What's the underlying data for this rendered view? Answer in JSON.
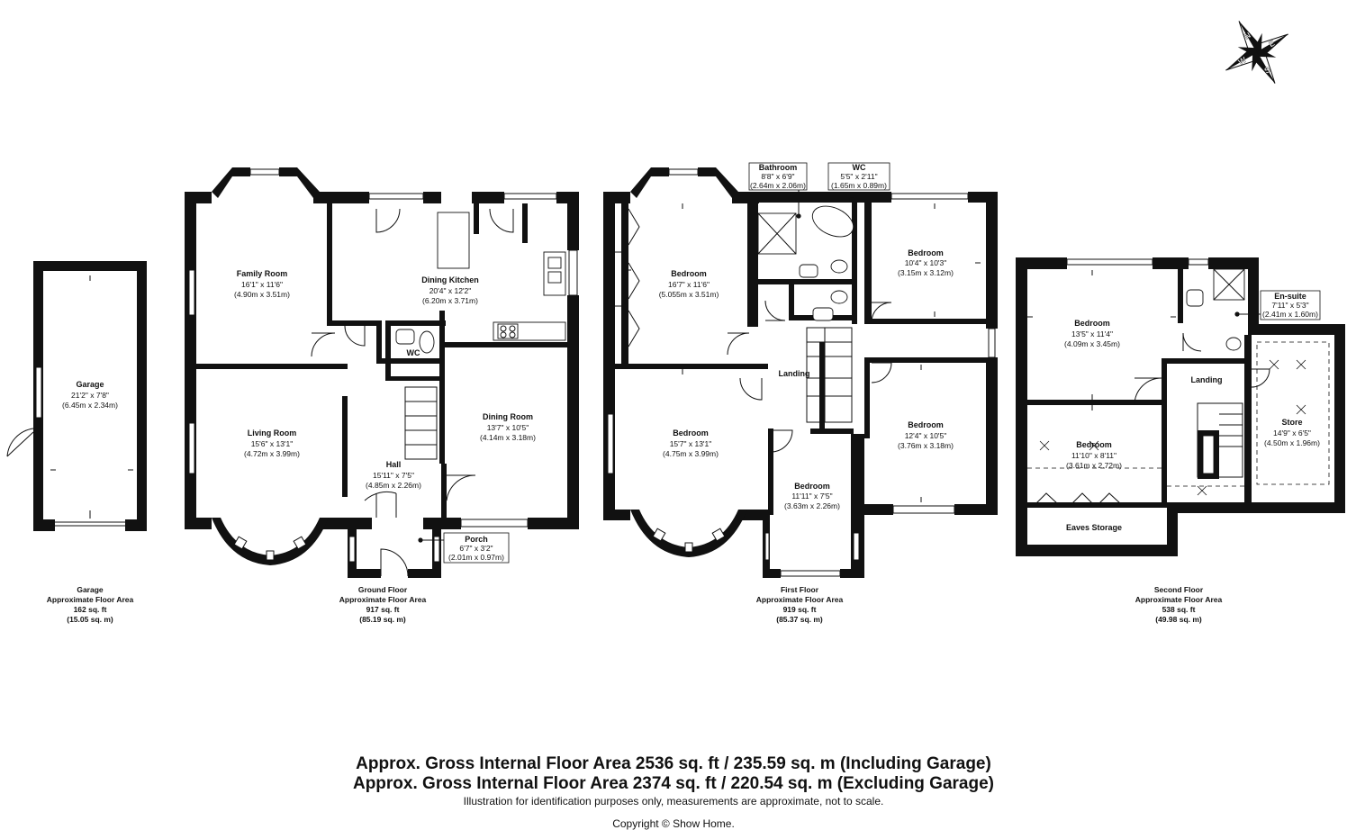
{
  "compass": {
    "letters": [
      "N",
      "E",
      "S",
      "W"
    ]
  },
  "floors": [
    {
      "id": "garage",
      "title": "Garage",
      "area_caption": "Approximate Floor Area",
      "sqft": "162 sq. ft",
      "sqm": "(15.05 sq. m)"
    },
    {
      "id": "ground",
      "title": "Ground Floor",
      "area_caption": "Approximate Floor Area",
      "sqft": "917 sq. ft",
      "sqm": "(85.19 sq. m)"
    },
    {
      "id": "first",
      "title": "First Floor",
      "area_caption": "Approximate Floor Area",
      "sqft": "919 sq. ft",
      "sqm": "(85.37 sq. m)"
    },
    {
      "id": "second",
      "title": "Second Floor",
      "area_caption": "Approximate Floor Area",
      "sqft": "538 sq. ft",
      "sqm": "(49.98 sq. m)"
    }
  ],
  "rooms": {
    "garage": {
      "name": "Garage",
      "imperial": "21'2\" x 7'8\"",
      "metric": "(6.45m x 2.34m)"
    },
    "family_room": {
      "name": "Family Room",
      "imperial": "16'1\" x 11'6\"",
      "metric": "(4.90m x 3.51m)"
    },
    "dining_kitchen": {
      "name": "Dining Kitchen",
      "imperial": "20'4\" x 12'2\"",
      "metric": "(6.20m x 3.71m)"
    },
    "ground_wc": {
      "name": "WC"
    },
    "living_room": {
      "name": "Living Room",
      "imperial": "15'6\" x 13'1\"",
      "metric": "(4.72m x 3.99m)"
    },
    "dining_room": {
      "name": "Dining Room",
      "imperial": "13'7\" x 10'5\"",
      "metric": "(4.14m x 3.18m)"
    },
    "hall": {
      "name": "Hall",
      "imperial": "15'11\" x 7'5\"",
      "metric": "(4.85m x 2.26m)"
    },
    "porch": {
      "name": "Porch",
      "imperial": "6'7\" x 3'2\"",
      "metric": "(2.01m x 0.97m)"
    },
    "bathroom": {
      "name": "Bathroom",
      "imperial": "8'8\" x 6'9\"",
      "metric": "(2.64m x 2.06m)"
    },
    "first_wc": {
      "name": "WC",
      "imperial": "5'5\" x 2'11\"",
      "metric": "(1.65m x 0.89m)"
    },
    "bedroom_1": {
      "name": "Bedroom",
      "imperial": "16'7\" x 11'6\"",
      "metric": "(5.055m x 3.51m)"
    },
    "bedroom_2": {
      "name": "Bedroom",
      "imperial": "10'4\" x 10'3\"",
      "metric": "(3.15m x 3.12m)"
    },
    "first_landing": {
      "name": "Landing"
    },
    "bedroom_3": {
      "name": "Bedroom",
      "imperial": "15'7\" x 13'1\"",
      "metric": "(4.75m x 3.99m)"
    },
    "bedroom_4": {
      "name": "Bedroom",
      "imperial": "12'4\" x 10'5\"",
      "metric": "(3.76m x 3.18m)"
    },
    "bedroom_5": {
      "name": "Bedroom",
      "imperial": "11'11\" x 7'5\"",
      "metric": "(3.63m x 2.26m)"
    },
    "bedroom_6": {
      "name": "Bedroom",
      "imperial": "13'5\" x 11'4\"",
      "metric": "(4.09m x 3.45m)"
    },
    "ensuite": {
      "name": "En-suite",
      "imperial": "7'11\" x 5'3\"",
      "metric": "(2.41m x 1.60m)"
    },
    "second_landing": {
      "name": "Landing"
    },
    "store": {
      "name": "Store",
      "imperial": "14'9\" x 6'5\"",
      "metric": "(4.50m x 1.96m)"
    },
    "bedroom_7": {
      "name": "Bedroom",
      "imperial": "11'10\" x 8'11\"",
      "metric": "(3.61m x 2.72m)"
    },
    "eaves": {
      "name": "Eaves Storage"
    }
  },
  "totals": {
    "including": "Approx. Gross Internal Floor Area 2536 sq. ft / 235.59 sq. m (Including Garage)",
    "excluding": "Approx. Gross Internal Floor Area 2374 sq. ft / 220.54 sq. m (Excluding Garage)",
    "disclaimer": "Illustration for identification purposes only, measurements are approximate, not to scale.",
    "copyright": "Copyright © Show Home."
  }
}
